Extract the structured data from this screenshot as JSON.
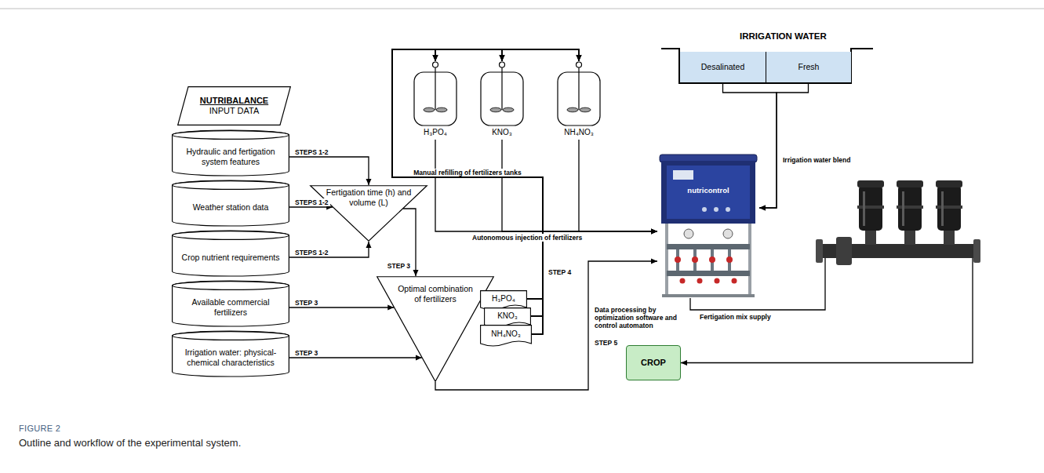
{
  "diagram": {
    "caption": "Outline and workflow of the experimental system.",
    "nodes": [
      {
        "text": [
          "NUTRIBALANCE",
          "INPUT DATA"
        ]
      },
      {
        "text": [
          "Hydraulic and fertigation system features"
        ]
      },
      {
        "text": [
          "Weather station data"
        ]
      },
      {
        "text": [
          "Crop nutrient requirements"
        ]
      },
      {
        "text": [
          "Available commercial fertilizers"
        ]
      },
      {
        "text": [
          "Irrigation water: physical-chemical characteristics"
        ]
      },
      {
        "text": [
          "Fertigation time (h) and volume (L)"
        ]
      },
      {
        "text": [
          "Optimal combination of fertilizers"
        ]
      },
      {
        "text": [
          "H₃PO₄"
        ]
      },
      {
        "text": [
          "KNO₃"
        ]
      },
      {
        "text": [
          "NH₄NO₃"
        ]
      },
      {
        "text": [
          "H₃PO₄"
        ]
      },
      {
        "text": [
          "KNO₃"
        ]
      },
      {
        "text": [
          "NH₄NO₃"
        ]
      },
      {
        "text": [
          "IRRIGATION WATER"
        ]
      },
      {
        "text": [
          "Desalinated"
        ],
        "in": 14
      },
      {
        "text": [
          "Fresh"
        ],
        "in": 14
      },
      {
        "text": [
          "nutricontrol"
        ]
      },
      {
        "text": [
          "CROP"
        ]
      }
    ],
    "edges": [
      {
        "from": 1,
        "to": 6,
        "arrow": "to",
        "label": "STEPS 1-2"
      },
      {
        "from": 2,
        "to": 6,
        "arrow": "to",
        "label": "STEPS 1-2"
      },
      {
        "from": 3,
        "to": 6,
        "arrow": "to",
        "label": "STEPS 1-2"
      },
      {
        "from": 6,
        "to": 7,
        "arrow": "to",
        "label": "STEP 3"
      },
      {
        "from": 4,
        "to": 7,
        "arrow": "to",
        "label": "STEP 3"
      },
      {
        "from": 5,
        "to": 7,
        "arrow": "to",
        "label": "STEP 3"
      },
      {
        "from": 8,
        "to": 11,
        "arrow": "to",
        "label": "Manual refilling of fertilizers tanks"
      },
      {
        "from": 8,
        "to": 12,
        "arrow": "to"
      },
      {
        "from": 8,
        "to": 13,
        "arrow": "to"
      },
      {
        "from": 9,
        "to": 11,
        "arrow": "to",
        "label": "STEP 4"
      },
      {
        "from": 9,
        "to": 12,
        "arrow": "to"
      },
      {
        "from": 9,
        "to": 13,
        "arrow": "to"
      },
      {
        "from": 10,
        "to": 11,
        "arrow": "to"
      },
      {
        "from": 10,
        "to": 12,
        "arrow": "to"
      },
      {
        "from": 10,
        "to": 13,
        "arrow": "to"
      },
      {
        "from": 11,
        "to": 17,
        "arrow": "to"
      },
      {
        "from": 12,
        "to": 17,
        "arrow": "to"
      },
      {
        "from": 13,
        "to": 17,
        "arrow": "to",
        "label": "Autonomous injection of fertilizers"
      },
      {
        "from": 15,
        "to": 17,
        "arrow": "to"
      },
      {
        "from": 16,
        "to": 17,
        "arrow": "to",
        "label": "Irrigation water blend"
      },
      {
        "from": 7,
        "to": 17,
        "arrow": "to",
        "label": "STEP 5"
      },
      {
        "from": 17,
        "to": 18,
        "arrow": "to",
        "label": "Fertigation mix supply"
      }
    ],
    "labels": [
      "Data processing by optimization software and control automaton",
      "FIGURE 2"
    ]
  }
}
